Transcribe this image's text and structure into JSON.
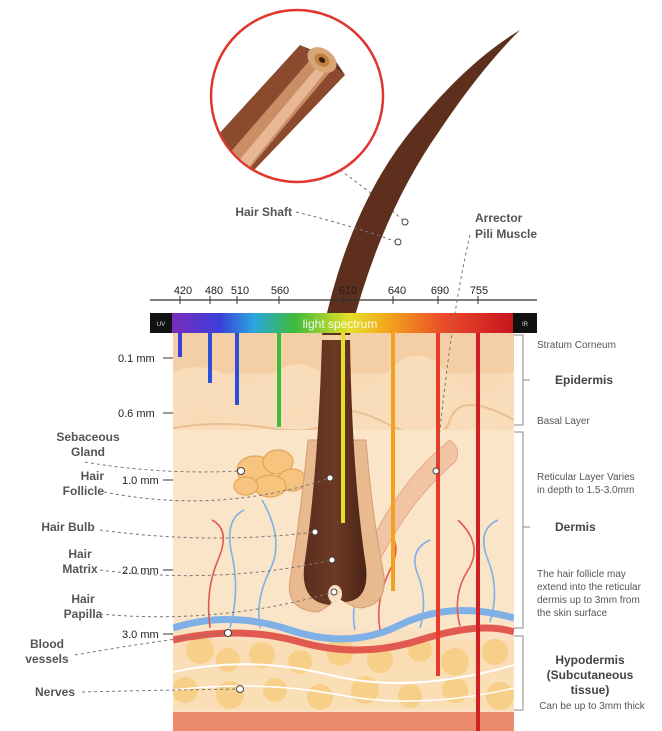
{
  "spectrum": {
    "wavelengths": [
      "420",
      "480",
      "510",
      "560",
      "610",
      "640",
      "690",
      "755"
    ],
    "bar_label": "light spectrum",
    "uv_label": "UV",
    "ir_label": "IR",
    "colors": [
      "#7a2bbd",
      "#2b4fd8",
      "#2bb6e0",
      "#3dbb3a",
      "#e7e02a",
      "#f2a21c",
      "#ea4a2a",
      "#d11f24"
    ]
  },
  "depth_markers": [
    "0.1 mm",
    "0.6 mm",
    "1.0 mm",
    "2.0 mm",
    "3.0 mm"
  ],
  "labels": {
    "hair_shaft": "Hair Shaft",
    "arrector_1": "Arrector",
    "arrector_2": "Pili Muscle",
    "sebaceous_1": "Sebaceous",
    "sebaceous_2": "Gland",
    "follicle_1": "Hair",
    "follicle_2": "Follicle",
    "bulb": "Hair Bulb",
    "matrix_1": "Hair",
    "matrix_2": "Matrix",
    "papilla_1": "Hair",
    "papilla_2": "Papilla",
    "blood_1": "Blood",
    "blood_2": "vessels",
    "nerves": "Nerves"
  },
  "right_panel": {
    "stratum_corneum": "Stratum Corneum",
    "epidermis": "Epidermis",
    "basal_layer": "Basal Layer",
    "reticular_1": "Reticular Layer Varies",
    "reticular_2": "in depth to 1.5-3.0mm",
    "dermis": "Dermis",
    "follicle_note_1": "The hair follicle may",
    "follicle_note_2": "extend into the reticular",
    "follicle_note_3": "dermis up to 3mm from",
    "follicle_note_4": "the skin surface",
    "hypodermis_1": "Hypodermis",
    "hypodermis_2": "(Subcutaneous",
    "hypodermis_3": "tissue)",
    "hypodermis_note": "Can be up to 3mm thick"
  }
}
